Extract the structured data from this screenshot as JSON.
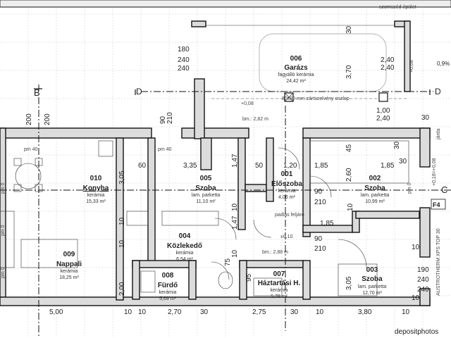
{
  "neighbor_label": "szomszéd épület",
  "section_markers": {
    "b": "B",
    "d_left": "D",
    "d_right": "D",
    "c": "C",
    "f4": "F4"
  },
  "rooms": {
    "r006": {
      "num": "006",
      "name": "Garázs",
      "sub": "fagyálló kerámia",
      "area": "24,42 m²"
    },
    "r010": {
      "num": "010",
      "name": "Konyha",
      "sub": "kerámia",
      "area": "15,33 m²"
    },
    "r005": {
      "num": "005",
      "name": "Szoba",
      "sub": "lam. parketta",
      "area": "11,10 m²"
    },
    "r001": {
      "num": "001",
      "name": "Előszoba",
      "sub": "kerámia",
      "area": "4,06 m²"
    },
    "r002": {
      "num": "002",
      "name": "Szoba",
      "sub": "lam. parketta",
      "area": "10,99 m²"
    },
    "r004": {
      "num": "004",
      "name": "Közlekedő",
      "sub": "kerámia",
      "area": "6,54 m²"
    },
    "r009": {
      "num": "009",
      "name": "Nappali",
      "sub": "kerámia",
      "area": "18,25 m²"
    },
    "r008": {
      "num": "008",
      "name": "Fürdő",
      "sub": "kerámia",
      "area": "5,69 m²"
    },
    "r007": {
      "num": "007",
      "name": "Háztartási H.",
      "sub": "kerámia",
      "area": "5,78 m²"
    },
    "r003": {
      "num": "003",
      "name": "Szoba",
      "sub": "lam. parketta",
      "area": "12,70 m²"
    }
  },
  "notes": {
    "column": "80x80 mm zártszelvény oszlop",
    "level_garage": "+0,08",
    "level_entry": "+0,08",
    "level_right": "+0,08",
    "level_floor": "±0,10",
    "bm_top": "bm.: 2,82 m",
    "bm_mid": "bm.: 2,88 m",
    "attic": "padlás feljáró",
    "percent": "0,9%",
    "jarda": "járda",
    "aust": "AUSTROTHERM XPS TOP 30",
    "pm40_left": "pm 40",
    "pm40_mid": "pm 40",
    "pm0_a": "pm 0",
    "pm0_b": "pm 0",
    "pm0_c": "pm 0",
    "pm0_d": "pm 0",
    "elev_18": "+0,18=+0,08"
  },
  "dims": {
    "d180": "180",
    "d240": "240",
    "d240b": "240",
    "d240c": "240",
    "d240d": "240",
    "d30a": "30",
    "d30b": "30",
    "d30c": "30",
    "d30d": "30",
    "d30e": "30",
    "d30f": "30",
    "d370": "3,70",
    "d240g": "2,40",
    "d240h": "2,40",
    "d100": "1,00",
    "d240i": "2,40",
    "d200a": "200",
    "d200b": "200",
    "d200c": "2,00",
    "d90a": "90",
    "d90b": "90",
    "d90c": "90",
    "d210a": "210",
    "d210b": "210",
    "d210c": "210",
    "d60": "60",
    "d335": "3,35",
    "d147a": "1,47",
    "d147b": "1,47",
    "d50a": "50",
    "d120": "1,20",
    "d185a": "1,85",
    "d185b": "1,85",
    "d185c": "1,85",
    "d45": "45",
    "d260": "2,60",
    "d10list": [
      "10",
      "10",
      "10",
      "10",
      "10",
      "10",
      "10",
      "10",
      "10",
      "10",
      "10"
    ],
    "d305a": "3,05",
    "d305b": "3,05",
    "d380": "3,80",
    "d500": "5,00",
    "d270": "2,70",
    "d275": "2,75",
    "d190": "190",
    "d95": "95",
    "d75": "75"
  },
  "watermark": "depositphotos"
}
